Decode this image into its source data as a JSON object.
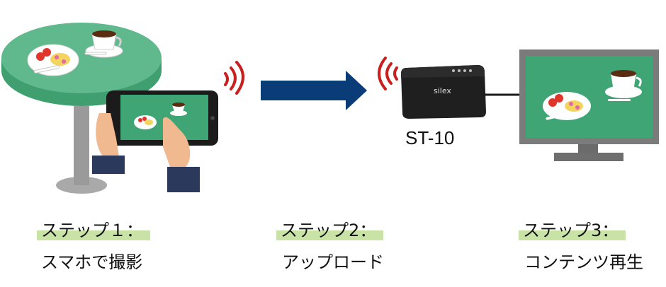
{
  "device": {
    "model": "ST-10",
    "brand": "silex"
  },
  "steps": [
    {
      "heading": "ステップ１：",
      "description": "スマホで撮影"
    },
    {
      "heading": "ステップ2：",
      "description": "アップロード"
    },
    {
      "heading": "ステップ3：",
      "description": "コンテンツ再生"
    }
  ],
  "colors": {
    "table_green": "#5fb98c",
    "photo_green": "#3fa574",
    "arrow_blue": "#0a3d78",
    "wifi_red": "#c8201e",
    "monitor_gray": "#7b7b7b",
    "highlight": "#c9e3a6"
  }
}
